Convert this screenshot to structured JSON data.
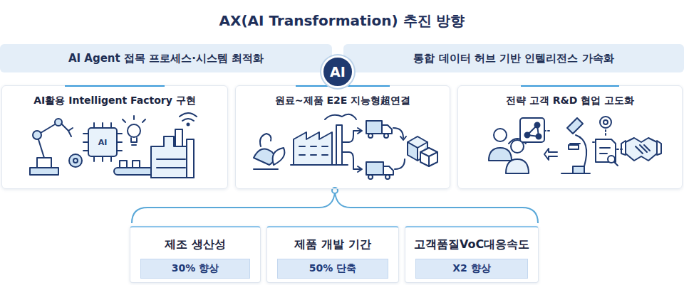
{
  "diagram": {
    "title": "AX(AI Transformation)  추진 방향",
    "nodes": [
      {
        "text": [
          "AI Agent 접목 프로세스·시스템 최적화"
        ]
      },
      {
        "text": [
          "AI"
        ]
      },
      {
        "text": [
          "통합 데이터 허브 기반 인텔리전스 가속화"
        ]
      },
      {
        "text": [
          "AI활용 Intelligent Factory 구현"
        ]
      },
      {
        "text": [
          "원료~제품 E2E 지능형超연결"
        ]
      },
      {
        "text": [
          "전략 고객 R&D 협업 고도화"
        ]
      },
      {
        "text": [
          "제조 생산성"
        ]
      },
      {
        "text": [
          "30% 향상"
        ],
        "in": 6
      },
      {
        "text": [
          "제품 개발 기간"
        ]
      },
      {
        "text": [
          "50% 단축"
        ],
        "in": 8
      },
      {
        "text": [
          "고객품질VoC대응속도"
        ]
      },
      {
        "text": [
          "X2 향상"
        ],
        "in": 10
      }
    ],
    "labels": [
      "AI"
    ]
  }
}
